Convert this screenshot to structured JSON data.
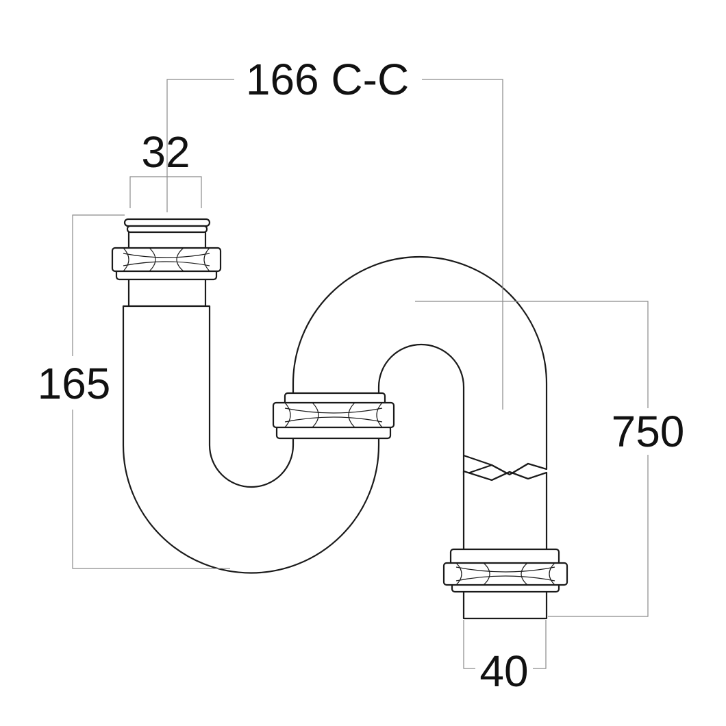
{
  "dimensions": {
    "center_to_center": "166 C-C",
    "inlet_diameter": "32",
    "inlet_height": "165",
    "overall_height": "750",
    "outlet_diameter": "40"
  }
}
